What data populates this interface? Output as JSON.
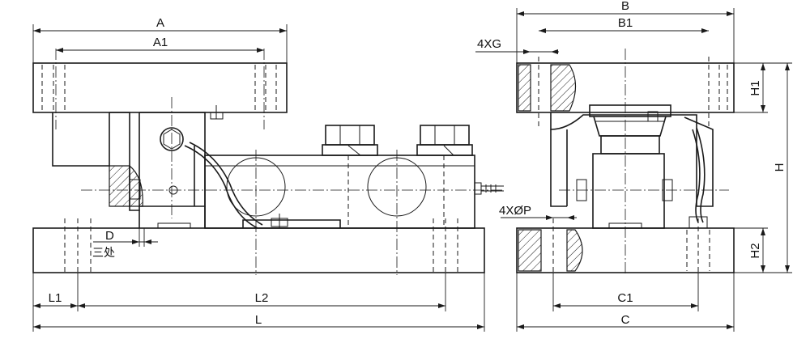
{
  "labels": {
    "A": "A",
    "A1": "A1",
    "B": "B",
    "B1": "B1",
    "G": "4XG",
    "H": "H",
    "H1": "H1",
    "H2": "H2",
    "D": "D",
    "D_note": "三处",
    "P": "4XØP",
    "L": "L",
    "L1": "L1",
    "L2": "L2",
    "C": "C",
    "C1": "C1"
  }
}
